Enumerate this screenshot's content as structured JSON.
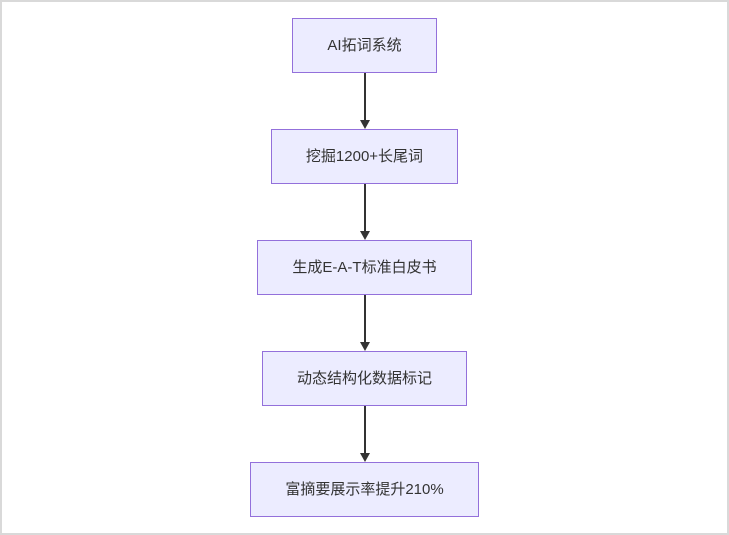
{
  "flowchart": {
    "title": "",
    "nodes": [
      {
        "id": "n1",
        "label": "AI拓词系统"
      },
      {
        "id": "n2",
        "label": "挖掘1200+长尾词"
      },
      {
        "id": "n3",
        "label": "生成E-A-T标准白皮书"
      },
      {
        "id": "n4",
        "label": "动态结构化数据标记"
      },
      {
        "id": "n5",
        "label": "富摘要展示率提升210%"
      }
    ],
    "edges": [
      {
        "from": "n1",
        "to": "n2"
      },
      {
        "from": "n2",
        "to": "n3"
      },
      {
        "from": "n3",
        "to": "n4"
      },
      {
        "from": "n4",
        "to": "n5"
      }
    ],
    "colors": {
      "node_fill": "#ECECFF",
      "node_border": "#9370DB",
      "arrow": "#333333",
      "text": "#333333"
    }
  }
}
